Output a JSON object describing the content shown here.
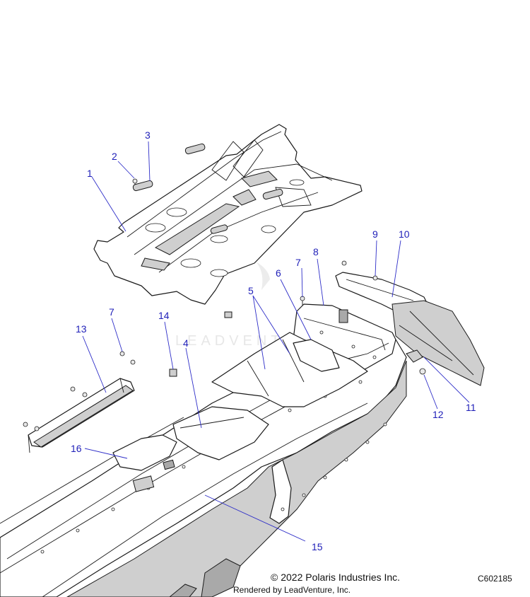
{
  "callouts": {
    "c1": "1",
    "c2": "2",
    "c3": "3",
    "c4": "4",
    "c5": "5",
    "c6": "6",
    "c7a": "7",
    "c7b": "7",
    "c8": "8",
    "c9": "9",
    "c10": "10",
    "c11": "11",
    "c12": "12",
    "c13": "13",
    "c14": "14",
    "c15": "15",
    "c16": "16"
  },
  "watermark": "LEADVENTURE",
  "footer": {
    "copyright": "© 2022 Polaris Industries Inc.",
    "rendered_by": "Rendered by LeadVenture, Inc.",
    "code": "C602185"
  },
  "colors": {
    "callout": "#1f1fb8",
    "leader": "#2e2ec8",
    "line": "#1a1a1a"
  }
}
